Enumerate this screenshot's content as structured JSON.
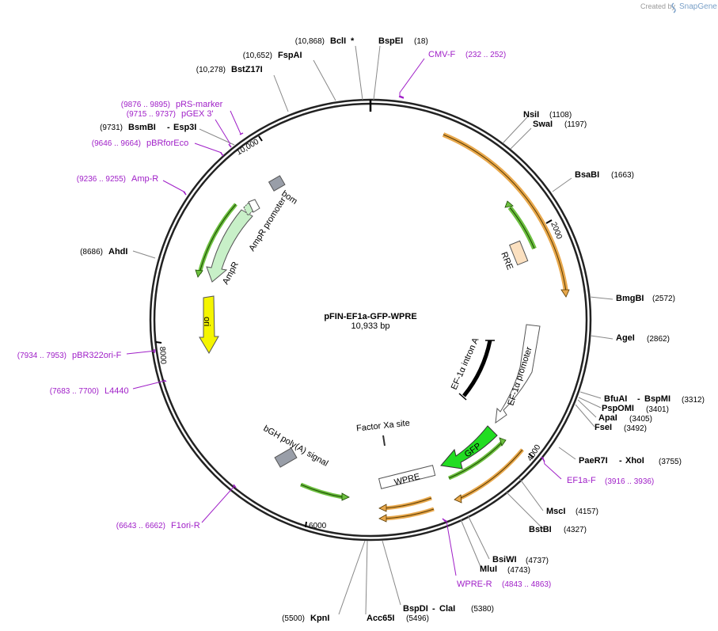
{
  "credit": {
    "prefix": "Created by",
    "brand": "SnapGene"
  },
  "plasmid": {
    "name": "pFIN-EF1a-GFP-WPRE",
    "size": "10,933 bp"
  },
  "ticks": [
    "2000",
    "4000",
    "6000",
    "8000",
    "10,000"
  ],
  "enzymes": [
    {
      "name": "BclI",
      "star": "*",
      "pos": "(10,868)"
    },
    {
      "name": "BspEI",
      "pos": "(18)"
    },
    {
      "name": "FspAI",
      "pos": "(10,652)"
    },
    {
      "name": "BstZ17I",
      "pos": "(10,278)"
    },
    {
      "name": "BsmBI",
      "pos": "(9731)",
      "pair": "Esp3I"
    },
    {
      "name": "NsiI",
      "pos": "(1108)"
    },
    {
      "name": "SwaI",
      "pos": "(1197)"
    },
    {
      "name": "BsaBI",
      "pos": "(1663)"
    },
    {
      "name": "AhdI",
      "pos": "(8686)"
    },
    {
      "name": "BmgBI",
      "pos": "(2572)"
    },
    {
      "name": "AgeI",
      "pos": "(2862)"
    },
    {
      "name": "BfuAI",
      "pair": "BspMI",
      "pos": "(3312)"
    },
    {
      "name": "PspOMI",
      "pos": "(3401)"
    },
    {
      "name": "ApaI",
      "pos": "(3405)"
    },
    {
      "name": "FseI",
      "pos": "(3492)"
    },
    {
      "name": "PaeR7I",
      "pair": "XhoI",
      "pos": "(3755)"
    },
    {
      "name": "MscI",
      "pos": "(4157)"
    },
    {
      "name": "BstBI",
      "pos": "(4327)"
    },
    {
      "name": "BsiWI",
      "pos": "(4737)"
    },
    {
      "name": "MluI",
      "pos": "(4743)"
    },
    {
      "name": "BspDI",
      "pair": "ClaI",
      "pos": "(5380)"
    },
    {
      "name": "Acc65I",
      "pos": "(5496)"
    },
    {
      "name": "KpnI",
      "pos": "(5500)"
    }
  ],
  "primers": [
    {
      "name": "CMV-F",
      "pos": "(232 .. 252)"
    },
    {
      "name": "pRS-marker",
      "pos": "(9876 .. 9895)"
    },
    {
      "name": "pGEX 3'",
      "pos": "(9715 .. 9737)"
    },
    {
      "name": "pBRforEco",
      "pos": "(9646 .. 9664)"
    },
    {
      "name": "Amp-R",
      "pos": "(9236 .. 9255)"
    },
    {
      "name": "pBR322ori-F",
      "pos": "(7934 .. 7953)"
    },
    {
      "name": "L4440",
      "pos": "(7683 .. 7700)"
    },
    {
      "name": "F1ori-R",
      "pos": "(6643 .. 6662)"
    },
    {
      "name": "EF1a-F",
      "pos": "(3916 .. 3936)"
    },
    {
      "name": "WPRE-R",
      "pos": "(4843 .. 4863)"
    }
  ],
  "features": {
    "rre": "RRE",
    "ef1a_promoter": "EF-1α promoter",
    "ef1a_intron": "EF-1α intron A",
    "gfp": "GFP",
    "wpre": "WPRE",
    "factor_xa": "Factor Xa site",
    "bgh": "bGH poly(A) signal",
    "ori": "ori",
    "ampr": "AmpR",
    "ampr_promoter": "AmpR promoter",
    "bom": "bom"
  },
  "colors": {
    "orange_arrow": "#e8a84c",
    "green_arrow": "#6cbf3f",
    "gfp": "#22dd22",
    "ori": "#f5f500",
    "ampr": "#c8f0c8",
    "rre": "#fbe0c0",
    "primer": "#a020c8",
    "backbone": "#222222"
  }
}
